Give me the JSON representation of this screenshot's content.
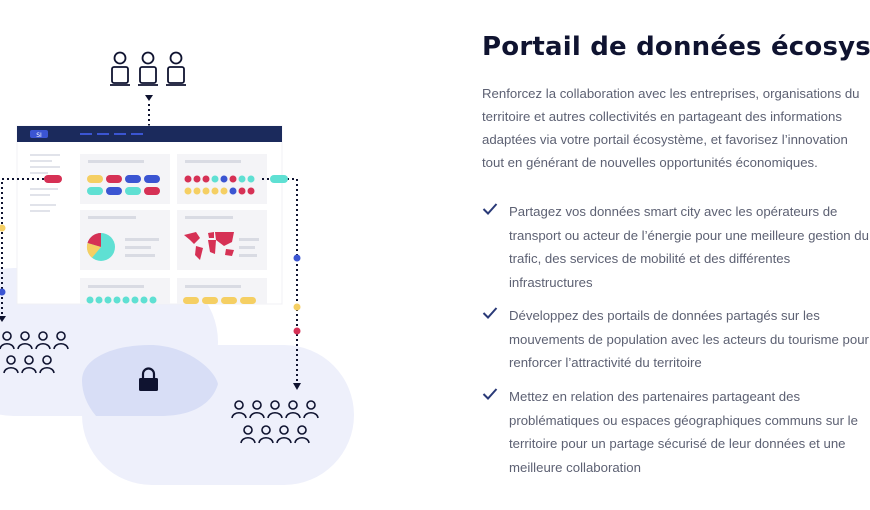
{
  "title": "Portail de données écosystème",
  "intro": [
    "Renforcez la collaboration avec les entreprises, organisations du",
    "territoire  et autres collectivités en partageant des informations",
    "adaptées via votre portail écosystème, et favorisez l’innovation",
    "tout en générant de nouvelles opportunités économiques."
  ],
  "bullets": [
    {
      "lines": [
        "Partagez vos données smart city avec les opérateurs de",
        "transport ou acteur de l’énergie pour une meilleure gestion du",
        "trafic, des services de mobilité et des différentes",
        "infrastructures"
      ]
    },
    {
      "lines": [
        "Développez des portails de données partagés sur les",
        "mouvements de population avec les acteurs du tourisme pour",
        "renforcer l’attractivité du territoire"
      ]
    },
    {
      "lines": [
        "Mettez en relation des partenaires partageant des",
        "problématiques ou espaces géographiques communs sur le",
        "territoire pour un partage sécurisé de leur données et une",
        "meilleure collaboration"
      ]
    }
  ],
  "illustration": {
    "browser_logo": "SI",
    "icons": [
      "user-group-icon",
      "lock-icon",
      "check-icon",
      "world-map-icon",
      "pie-chart-icon"
    ]
  },
  "colors": {
    "navy": "#1b2a5c",
    "red": "#d63155",
    "yellow": "#f5cf63",
    "blue": "#3b55d2",
    "teal": "#5fe0d3",
    "blob_light": "#eef0fb",
    "blob_mid": "#d8def6",
    "text": "#5d6173",
    "title": "#0f1330"
  }
}
